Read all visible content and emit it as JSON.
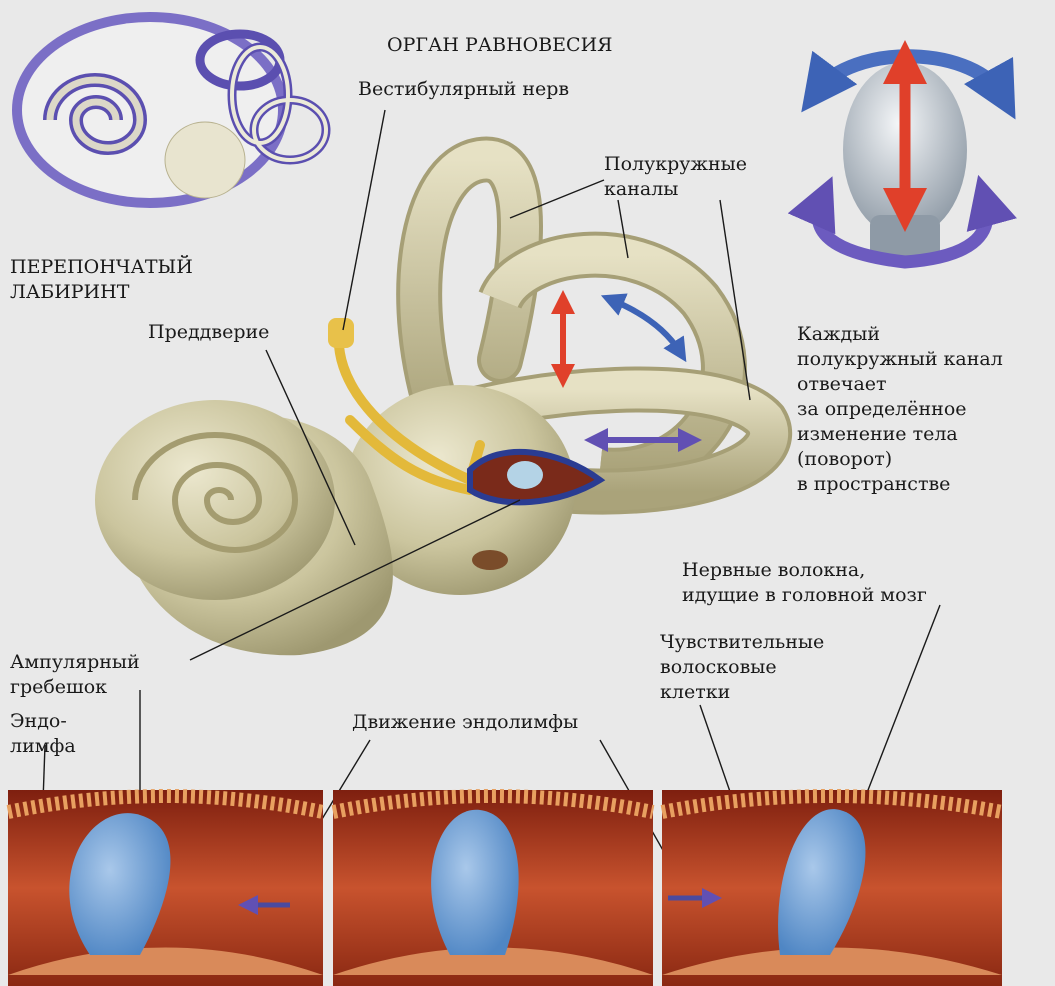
{
  "labels": {
    "title": "ОРГАН РАВНОВЕСИЯ",
    "vestibular_nerve": "Вестибулярный нерв",
    "semicircular_canals": "Полукружные\nканалы",
    "membranous_labyrinth": "ПЕРЕПОНЧАТЫЙ\nЛАБИРИНТ",
    "vestibule": "Преддверие",
    "canal_function": "Каждый\nполукружный канал\nотвечает\nза определённое\nизменение тела\n(поворот)\nв пространстве",
    "nerve_fibers": "Нервные волокна,\nидущие в головной мозг",
    "hair_cells": "Чувствительные\nволосковые\nклетки",
    "ampullary_crest": "Ампулярный\nгребешок",
    "endolymph": "Эндо-\nлимфа",
    "endolymph_movement": "Движение эндолимфы"
  },
  "colors": {
    "background": "#e9e9e9",
    "labyrinth": "#cdc7a0",
    "membrane": "#5b4fb0",
    "nerve": "#e3b93a",
    "cupula": "#7aa6d6",
    "tissue": "#b9472a",
    "arrow_red": "#e0402a",
    "arrow_blue": "#3d63b6",
    "arrow_purple": "#6150b3"
  },
  "panels": [
    {
      "name": "panel-left",
      "flow": "left"
    },
    {
      "name": "panel-center",
      "flow": "none"
    },
    {
      "name": "panel-right",
      "flow": "right"
    }
  ]
}
